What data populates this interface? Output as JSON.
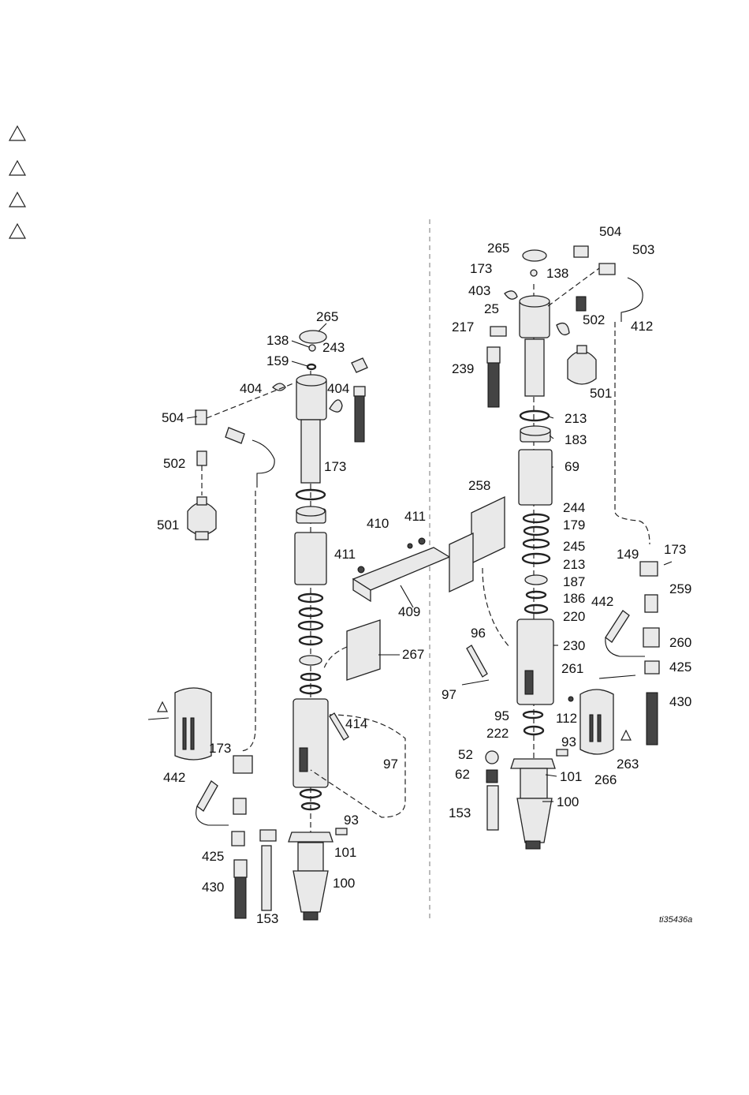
{
  "figure_id": "ti35436a",
  "warning_markers": [
    "warning-triangle",
    "warning-triangle",
    "warning-triangle",
    "warning-triangle"
  ],
  "left_view_labels": {
    "l265": "265",
    "l138": "138",
    "l243": "243",
    "l159": "159",
    "l404a": "404",
    "l404b": "404",
    "l504": "504",
    "l502": "502",
    "l173a": "173",
    "l501": "501",
    "l411": "411",
    "l410": "410",
    "l411b": "411",
    "l409": "409",
    "l267": "267",
    "l414": "414",
    "l97": "97",
    "l173b": "173",
    "l442": "442",
    "l425": "425",
    "l430": "430",
    "l153": "153",
    "l93": "93",
    "l101": "101",
    "l100": "100"
  },
  "right_view_labels": {
    "r504": "504",
    "r503": "503",
    "r265": "265",
    "r173a": "173",
    "r138": "138",
    "r403": "403",
    "r25": "25",
    "r502": "502",
    "r412": "412",
    "r217": "217",
    "r239": "239",
    "r501": "501",
    "r213a": "213",
    "r183": "183",
    "r69": "69",
    "r258": "258",
    "r244": "244",
    "r179": "179",
    "r245": "245",
    "r213b": "213",
    "r149": "149",
    "r173b": "173",
    "r187": "187",
    "r186": "186",
    "r259": "259",
    "r442": "442",
    "r220": "220",
    "r96": "96",
    "r230": "230",
    "r260": "260",
    "r261": "261",
    "r425": "425",
    "r97": "97",
    "r112": "112",
    "r430": "430",
    "r95": "95",
    "r222": "222",
    "r93": "93",
    "r263": "263",
    "r52": "52",
    "r101": "101",
    "r62": "62",
    "r266": "266",
    "r100": "100",
    "r153": "153"
  }
}
